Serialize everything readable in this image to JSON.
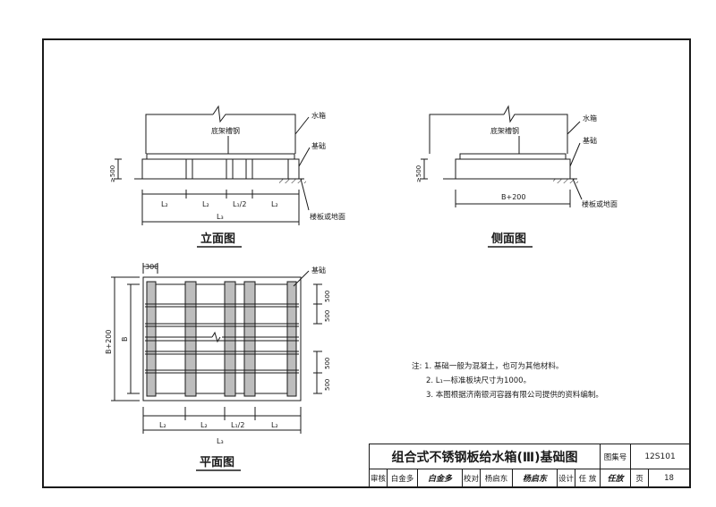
{
  "elevation": {
    "label_tank": "水箱",
    "label_channel": "底架槽钢",
    "label_base": "基础",
    "label_height": "≥500",
    "label_floor": "楼板或地面",
    "dim_l2": "L₂",
    "dim_l1_half": "L₁/2",
    "dim_l3": "L₃",
    "caption": "立面图"
  },
  "side": {
    "label_tank": "水箱",
    "label_channel": "底架槽钢",
    "label_base": "基础",
    "label_height": "≥500",
    "label_width": "B+200",
    "label_floor": "楼板或地面",
    "caption": "侧面图"
  },
  "plan": {
    "dim_300": "300",
    "label_base": "基础",
    "dim_500": "500",
    "dim_b200": "B+200",
    "dim_b": "B",
    "dim_l2": "L₂",
    "dim_l1_half": "L₁/2",
    "dim_l3": "L₃",
    "caption": "平面图"
  },
  "notes": {
    "line1": "注: 1. 基础一般为混凝土，也可为其他材料。",
    "line2": "2. L₁—标准板块尺寸为1000。",
    "line3": "3. 本图根据济南银河容器有限公司提供的资料编制。"
  },
  "title_block": {
    "title": "组合式不锈钢板给水箱(Ⅲ)基础图",
    "atlas_label": "图集号",
    "atlas_no": "12S101",
    "review_label": "审核",
    "review_name": "白金多",
    "review_sig": "白金多",
    "check_label": "校对",
    "check_name": "杨启东",
    "check_sig": "杨启东",
    "design_label": "设计",
    "design_name": "任 放",
    "design_sig": "任放",
    "page_label": "页",
    "page_no": "18"
  }
}
